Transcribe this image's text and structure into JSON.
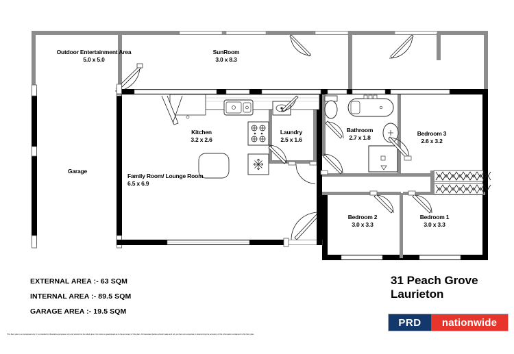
{
  "document": {
    "type": "floor-plan",
    "address_line1": "31 Peach Grove",
    "address_line2": "Laurieton"
  },
  "rooms": [
    {
      "key": "outdoor",
      "name": "Outdoor Entertainment Area",
      "dimensions": "5.0 x 5.0"
    },
    {
      "key": "sunroom",
      "name": "SunRoom",
      "dimensions": "3.0 x 8.3"
    },
    {
      "key": "kitchen",
      "name": "Kitchen",
      "dimensions": "3.2 x 2.6"
    },
    {
      "key": "laundry",
      "name": "Laundry",
      "dimensions": "2.5 x 1.6"
    },
    {
      "key": "bathroom",
      "name": "Bathroom",
      "dimensions": "2.7 x 1.8"
    },
    {
      "key": "bedroom3",
      "name": "Bedroom 3",
      "dimensions": "2.6 x 3.2"
    },
    {
      "key": "bedroom2",
      "name": "Bedroom 2",
      "dimensions": "3.0 x 3.3"
    },
    {
      "key": "bedroom1",
      "name": "Bedroom 1",
      "dimensions": "3.0 x 3.3"
    },
    {
      "key": "family",
      "name": "Family Room/ Lounge Room",
      "dimensions": "6.5 x 6.9"
    },
    {
      "key": "garage",
      "name": "Garage",
      "dimensions": ""
    }
  ],
  "areas": [
    "EXTERNAL AREA :- 63 SQM",
    "INTERNAL AREA :- 89.5 SQM",
    "GARAGE AREA :- 19.5 SQM"
  ],
  "logo": {
    "brand_left": "PRD",
    "brand_right": "nationwide",
    "color_left": "#13386b",
    "color_right": "#e8352b"
  },
  "disclaimer": "This floor plan is a conceptual only. It is provided for illustrative purposes only and should not be relied upon. No notice is guaranteed as to the accuracy of this plan. All interested parties should make and rely on their own enquiries in determining the accuracy of the information contained in this floor plan.",
  "colors": {
    "wall_solid": "#000000",
    "wall_light": "#8c8c8c",
    "fixture_line": "#1a1a1a",
    "background": "#ffffff"
  }
}
